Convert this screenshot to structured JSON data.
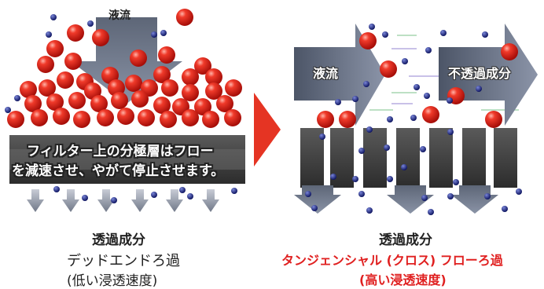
{
  "left": {
    "flow_label": "液流",
    "overlay_line1": "フィルター上の分極層はフロー",
    "overlay_line2": "を減速させ、やがて停止させます。",
    "permeate_label": "透過成分",
    "method_title": "デッドエンドろ過",
    "method_subtitle": "(低い浸透速度)"
  },
  "right": {
    "flow_label": "液流",
    "retentate_label": "不透過成分",
    "permeate_label": "透過成分",
    "method_title": "タンジェンシャル (クロス) フローろ過",
    "method_subtitle": "(高い浸透速度)"
  },
  "colors": {
    "particle_large": "#e8231c",
    "particle_small": "#1a237e",
    "membrane": "#4a4a4a",
    "arrow": "#6b7385",
    "accent_triangle": "#e53423",
    "title_red": "#e02020"
  }
}
